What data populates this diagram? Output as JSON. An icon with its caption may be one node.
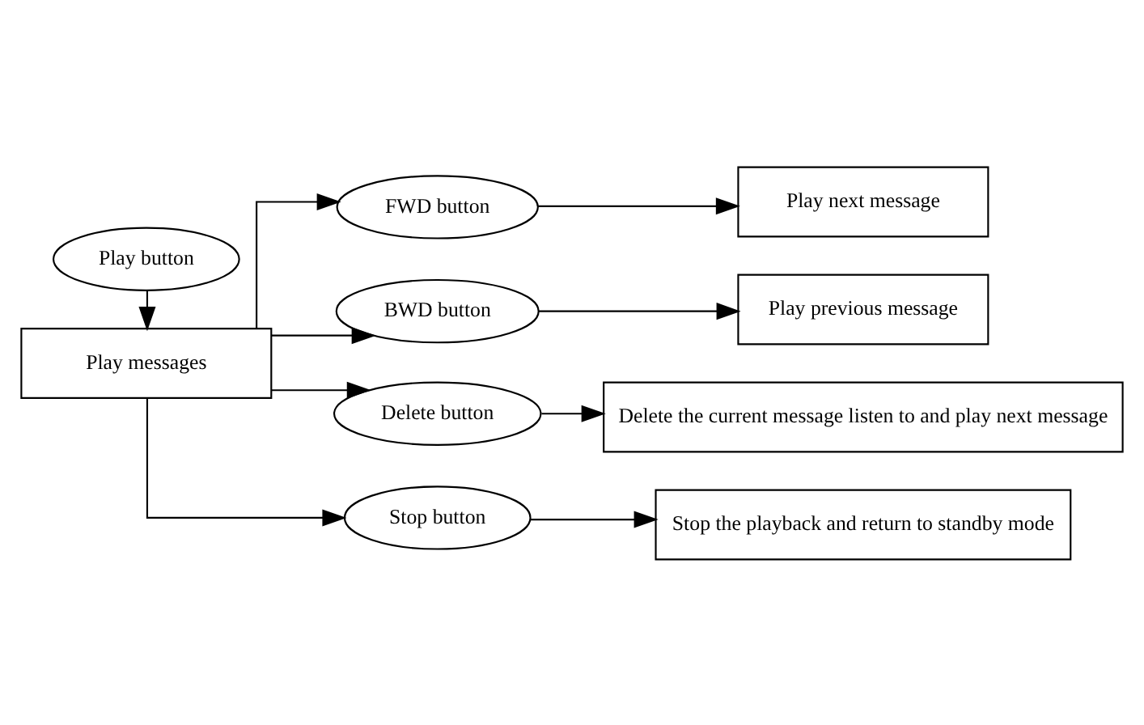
{
  "diagram": {
    "nodes": [
      {
        "text": [
          "Play button"
        ]
      },
      {
        "text": [
          "Play messages"
        ]
      },
      {
        "text": [
          "FWD button"
        ]
      },
      {
        "text": [
          "Play next message"
        ]
      },
      {
        "text": [
          "BWD button"
        ]
      },
      {
        "text": [
          "Play previous message"
        ]
      },
      {
        "text": [
          "Delete button"
        ]
      },
      {
        "text": [
          "Delete the current message listen to and play next message"
        ]
      },
      {
        "text": [
          "Stop button"
        ]
      },
      {
        "text": [
          "Stop the playback and return to standby mode"
        ]
      }
    ],
    "edges": [
      {
        "from": 0,
        "to": 1,
        "arrow": "to"
      },
      {
        "from": 1,
        "to": 2,
        "arrow": "to"
      },
      {
        "from": 1,
        "to": 4,
        "arrow": "to"
      },
      {
        "from": 1,
        "to": 6,
        "arrow": "to"
      },
      {
        "from": 1,
        "to": 8,
        "arrow": "to"
      },
      {
        "from": 2,
        "to": 3,
        "arrow": "to"
      },
      {
        "from": 4,
        "to": 5,
        "arrow": "to"
      },
      {
        "from": 6,
        "to": 7,
        "arrow": "to"
      },
      {
        "from": 8,
        "to": 9,
        "arrow": "to"
      }
    ]
  }
}
